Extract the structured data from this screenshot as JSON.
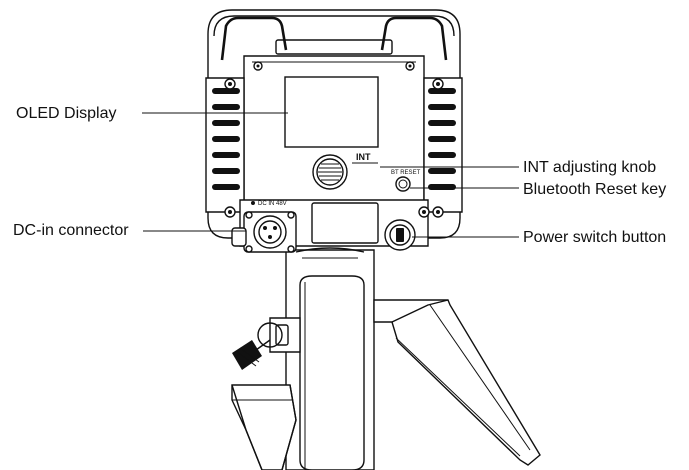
{
  "callouts": {
    "oled_display": "OLED Display",
    "int_adjusting_knob": "INT adjusting knob",
    "bluetooth_reset_key": "Bluetooth Reset key",
    "dc_in_connector": "DC-in connector",
    "power_switch_button": "Power switch button"
  },
  "panel_markings": {
    "int": "INT",
    "bt_reset": "BT RESET",
    "dc_in": "DC IN  48V"
  },
  "colors": {
    "line": "#111111",
    "background": "#ffffff"
  }
}
